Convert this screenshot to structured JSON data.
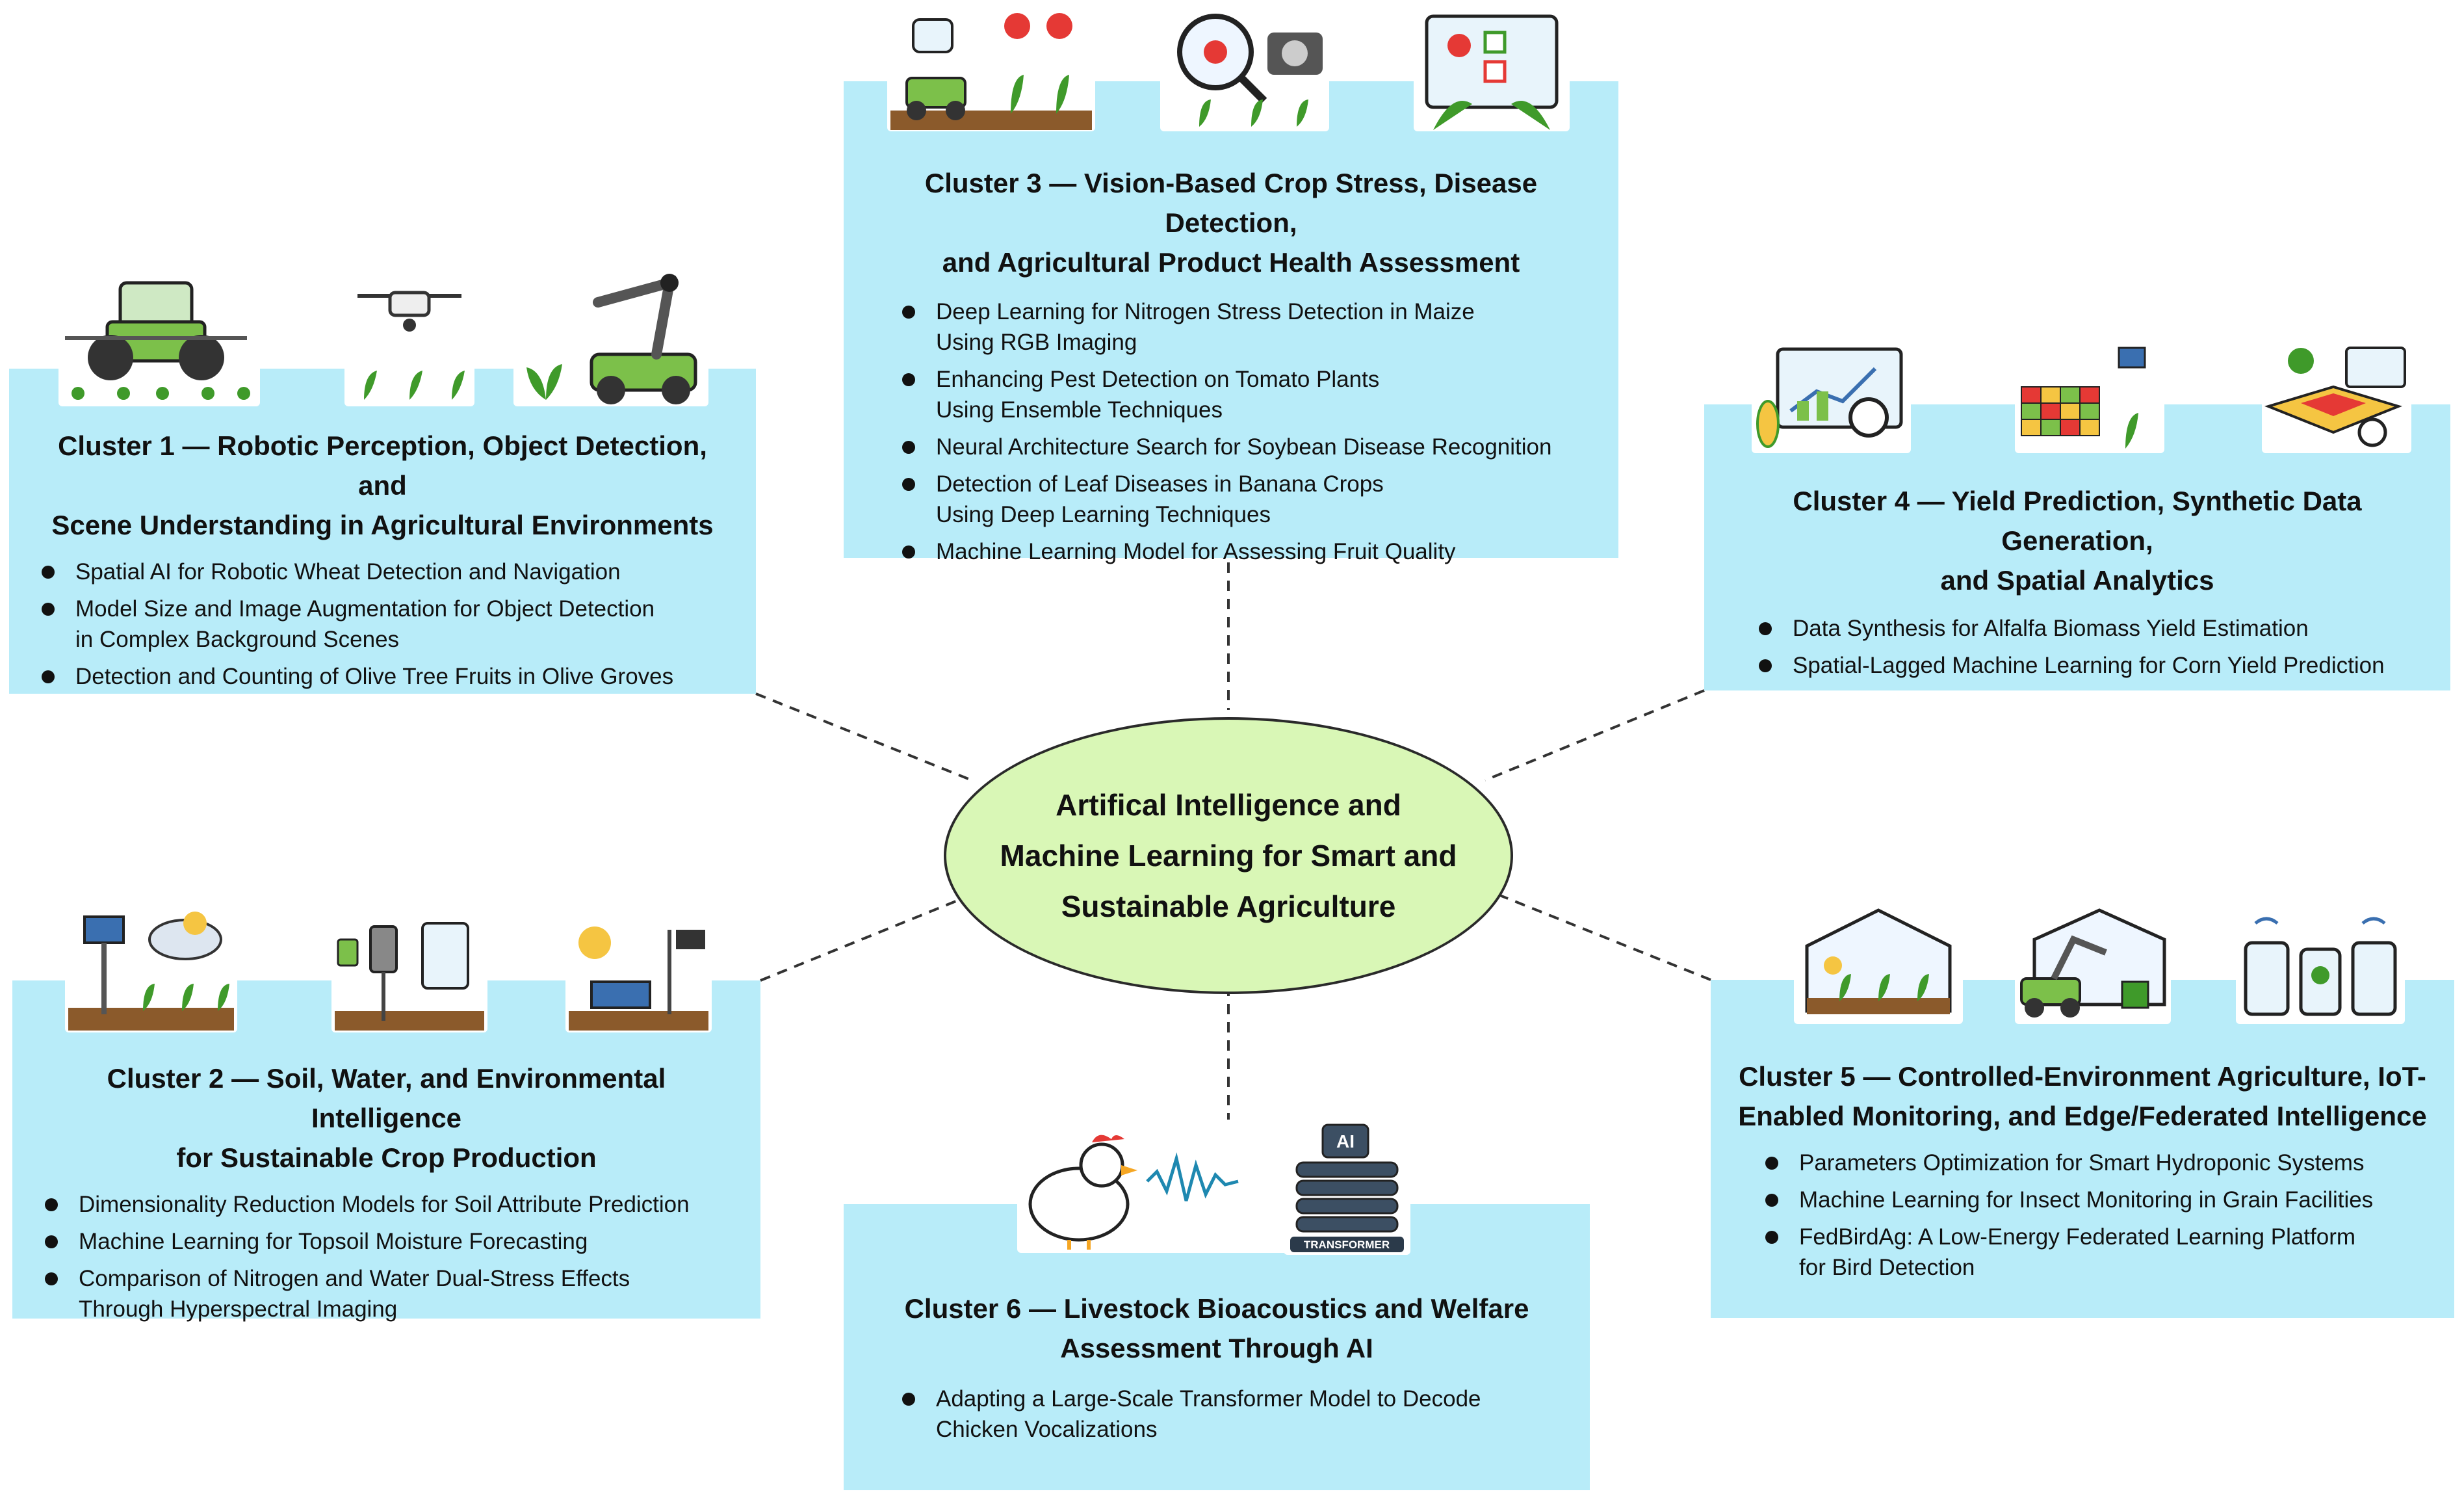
{
  "center": {
    "title": "Artifical Intelligence and Machine Learning for Smart and Sustainable Agriculture"
  },
  "clusters": [
    {
      "title_line1": "Cluster 1 — Robotic Perception, Object Detection, and",
      "title_line2": "Scene Understanding in Agricultural Environments",
      "items": [
        {
          "l1": "Spatial AI for Robotic Wheat Detection and Navigation",
          "l2": ""
        },
        {
          "l1": "Model Size and Image Augmentation for Object Detection",
          "l2": "in Complex Background Scenes"
        },
        {
          "l1": "Detection and Counting of Olive Tree Fruits in Olive Groves",
          "l2": ""
        }
      ],
      "icons": [
        "tractor-sprayer-icon",
        "drone-icon",
        "robotic-arm-icon"
      ]
    },
    {
      "title_line1": "Cluster 2 — Soil, Water, and Environmental Intelligence",
      "title_line2": "for Sustainable Crop Production",
      "items": [
        {
          "l1": "Dimensionality Reduction Models for Soil Attribute Prediction",
          "l2": ""
        },
        {
          "l1": "Machine Learning for Topsoil Moisture Forecasting",
          "l2": ""
        },
        {
          "l1": "Comparison of Nitrogen and Water Dual-Stress Effects",
          "l2": "Through Hyperspectral Imaging"
        }
      ],
      "icons": [
        "soil-sensor-weather-icon",
        "soil-probe-tablet-icon",
        "weather-station-icon"
      ]
    },
    {
      "title_line1": "Cluster 3 — Vision-Based Crop Stress, Disease Detection,",
      "title_line2": "and Agricultural Product Health Assessment",
      "items": [
        {
          "l1": "Deep Learning for Nitrogen Stress Detection in Maize",
          "l2": "Using RGB Imaging"
        },
        {
          "l1": "Enhancing Pest Detection on Tomato Plants",
          "l2": "Using Ensemble Techniques"
        },
        {
          "l1": "Neural Architecture Search for Soybean Disease Recognition",
          "l2": ""
        },
        {
          "l1": "Detection of Leaf Diseases in Banana Crops",
          "l2": "Using Deep Learning Techniques"
        },
        {
          "l1": "Machine Learning Model for Assessing Fruit Quality",
          "l2": ""
        }
      ],
      "icons": [
        "robot-inspection-icon",
        "magnifier-camera-icon",
        "quality-checklist-icon"
      ]
    },
    {
      "title_line1": "Cluster 4 — Yield Prediction, Synthetic Data Generation,",
      "title_line2": "and Spatial Analytics",
      "items": [
        {
          "l1": "Data Synthesis for Alfalfa Biomass Yield Estimation",
          "l2": ""
        },
        {
          "l1": "Spatial-Lagged Machine Learning for Corn Yield Prediction",
          "l2": ""
        }
      ],
      "icons": [
        "yield-dashboard-icon",
        "satellite-heatmap-icon",
        "spatial-map-icon"
      ]
    },
    {
      "title_line1": "Cluster 5 — Controlled-Environment Agriculture, IoT-",
      "title_line2": "Enabled Monitoring, and Edge/Federated Intelligence",
      "items": [
        {
          "l1": "Parameters Optimization for Smart Hydroponic Systems",
          "l2": ""
        },
        {
          "l1": "Machine Learning for Insect Monitoring in Grain Facilities",
          "l2": ""
        },
        {
          "l1": "FedBirdAg: A Low-Energy Federated Learning Platform",
          "l2": "for Bird Detection"
        }
      ],
      "icons": [
        "greenhouse-icon",
        "greenhouse-robot-icon",
        "iot-devices-icon"
      ]
    },
    {
      "title_line1": "Cluster 6 — Livestock Bioacoustics and Welfare",
      "title_line2": "Assessment Through AI",
      "items": [
        {
          "l1": "Adapting a Large-Scale Transformer Model to Decode",
          "l2": "Chicken Vocalizations"
        }
      ],
      "icons": [
        "chicken-soundwave-icon",
        "ai-transformer-icon"
      ],
      "icon_labels": {
        "ai": "AI",
        "transformer": "TRANSFORMER"
      }
    }
  ],
  "colors": {
    "cluster_bg": "#b8ecf9",
    "center_bg": "#d9f7b6",
    "plant": "#3f9a2a",
    "soil": "#8b5a2b"
  }
}
